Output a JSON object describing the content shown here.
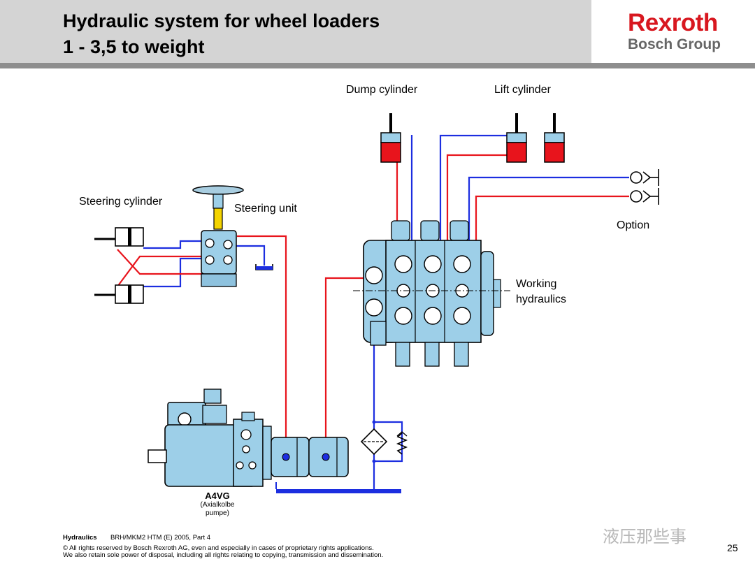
{
  "header": {
    "title_line1": "Hydraulic system for wheel loaders",
    "title_line2": "1 - 3,5 to weight",
    "logo_brand": "Rexroth",
    "logo_group": "Bosch Group"
  },
  "labels": {
    "dump_cylinder": "Dump cylinder",
    "lift_cylinder": "Lift cylinder",
    "steering_cylinder": "Steering cylinder",
    "steering_unit": "Steering unit",
    "option": "Option",
    "working_hydraulics_1": "Working",
    "working_hydraulics_2": "hydraulics",
    "pump_name": "A4VG",
    "pump_sub1": "(Axialkolbe",
    "pump_sub2": "pumpe)"
  },
  "footer": {
    "section": "Hydraulics",
    "doc_ref": "BRH/MKM2  HTM (E) 2005, Part 4",
    "copyright1": "© All rights reserved by Bosch Rexroth AG, even and especially in cases of proprietary rights applications.",
    "copyright2": "We also retain sole power of disposal, including all rights relating to copying, transmission and dissemination.",
    "page": "25"
  },
  "watermark": "液压那些事",
  "colors": {
    "pressure_line": "#e8141c",
    "return_line": "#1c2ee0",
    "component_body": "#9dcfe8",
    "header_bg": "#d4d4d4",
    "brand_red": "#d8171f"
  }
}
